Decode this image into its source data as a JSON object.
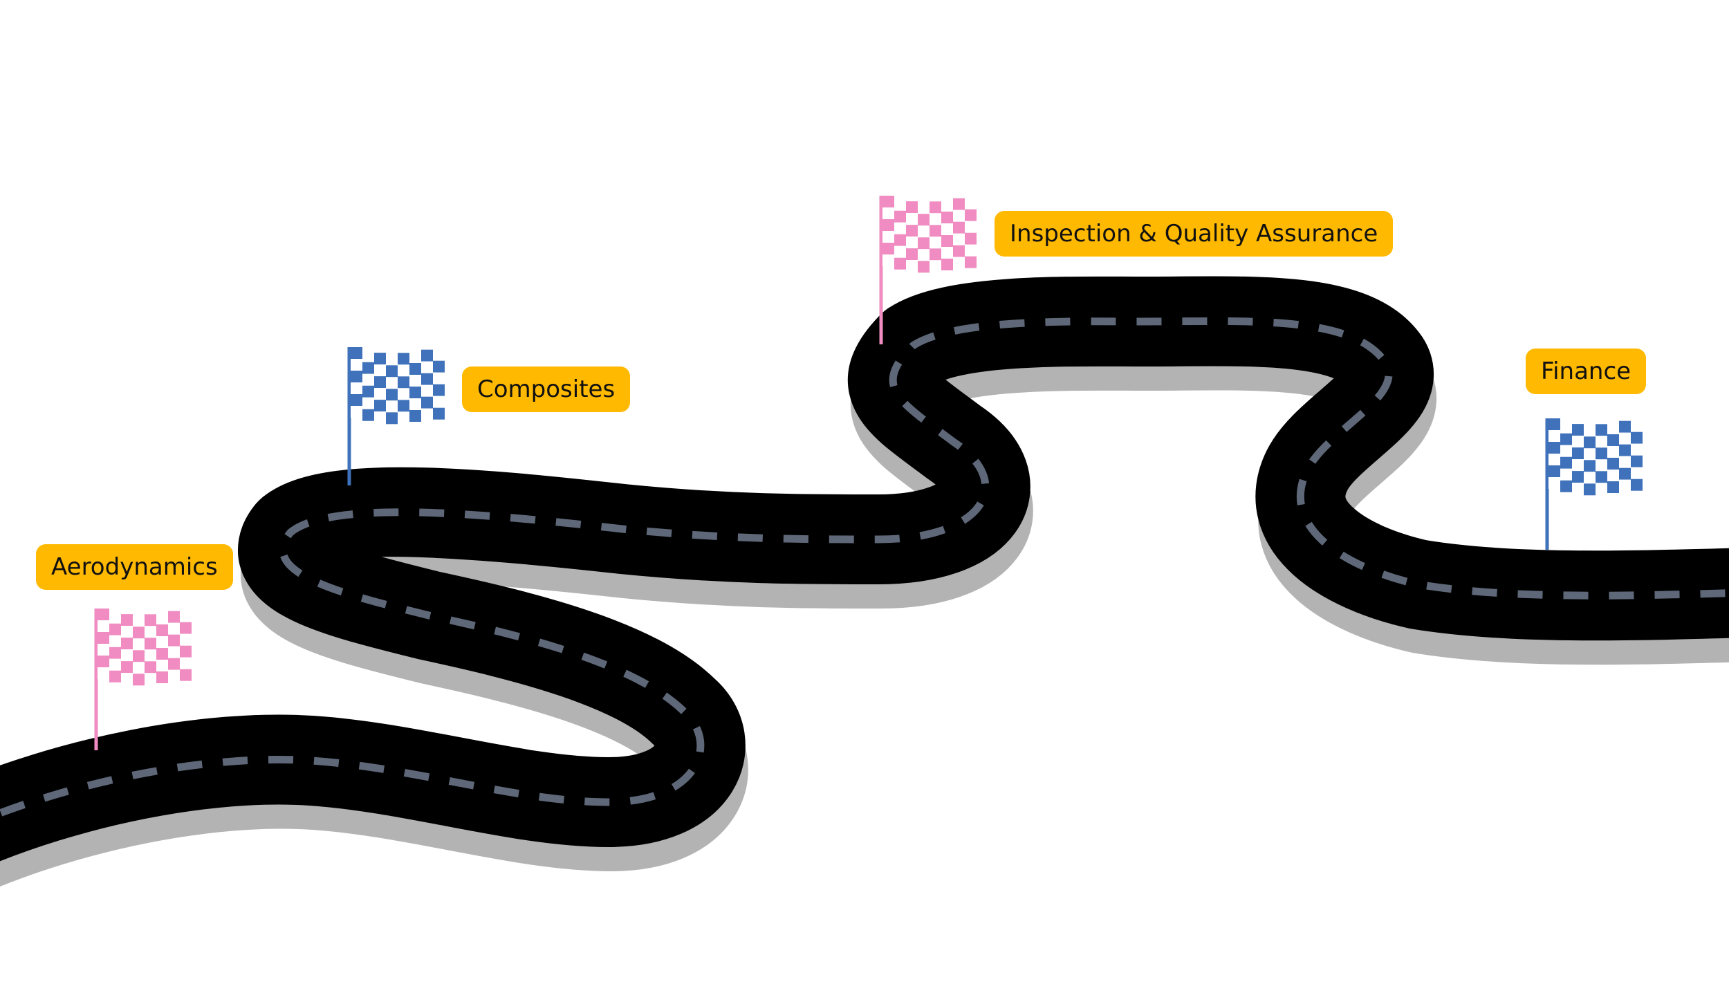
{
  "milestones": [
    {
      "label": "Aerodynamics",
      "flag_color": "#F08CC1"
    },
    {
      "label": "Composites",
      "flag_color": "#3F72BA"
    },
    {
      "label": "Inspection & Quality Assurance",
      "flag_color": "#F08CC1"
    },
    {
      "label": "Finance",
      "flag_color": "#3F72BA"
    }
  ],
  "colors": {
    "road": "#000000",
    "road_shadow": "#B3B3B3",
    "lane_dash": "#5E6878",
    "label_bg": "#FFB900",
    "label_text": "#111111"
  }
}
